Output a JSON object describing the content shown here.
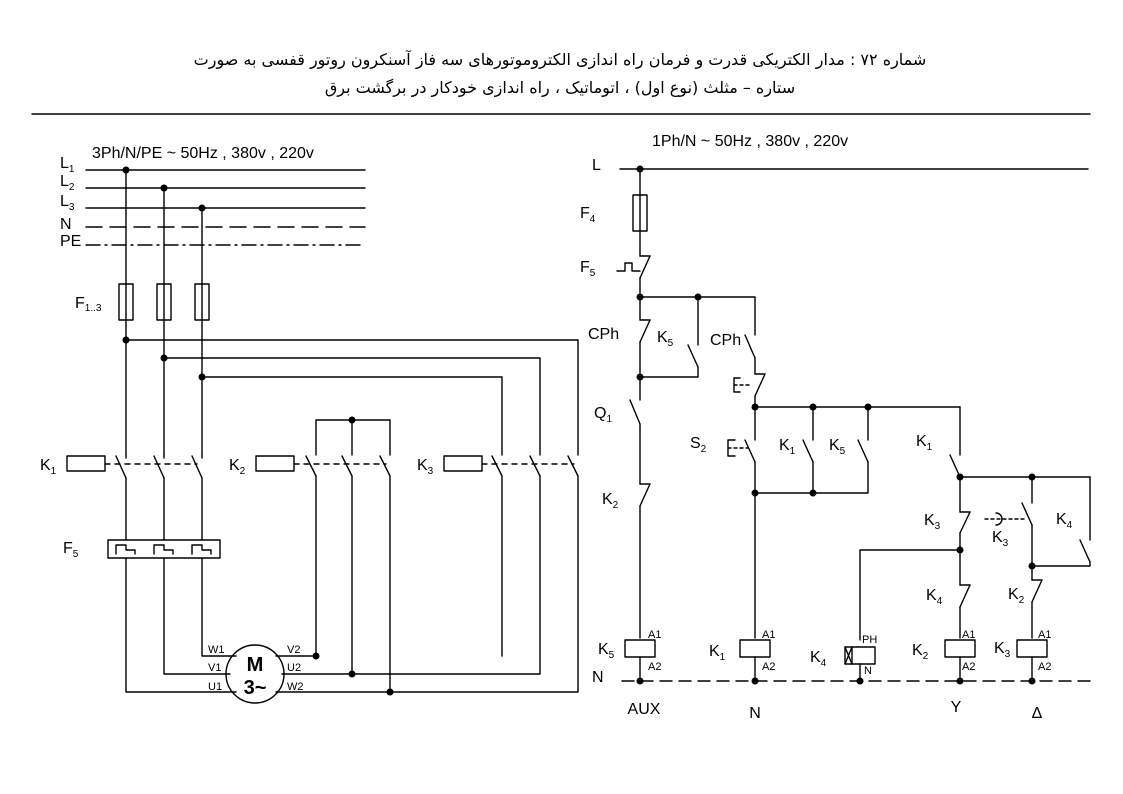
{
  "title": {
    "line1": "شماره ۷۲ : مدار الکتریکی قدرت و فرمان راه اندازی الکتروموتورهای سه فاز آسنکرون روتور قفسی به صورت",
    "line2": "ستاره – مثلث (نوع اول) ، اتوماتیک ، راه اندازی خودکار در برگشت برق"
  },
  "power": {
    "supply": "3Ph/N/PE ~ 50Hz , 380v , 220v",
    "lines": [
      {
        "main": "L",
        "sub": "1"
      },
      {
        "main": "L",
        "sub": "2"
      },
      {
        "main": "L",
        "sub": "3"
      },
      {
        "main": "N",
        "sub": ""
      },
      {
        "main": "PE",
        "sub": ""
      }
    ],
    "fuse": {
      "main": "F",
      "sub": "1..3"
    },
    "contactors": [
      {
        "main": "K",
        "sub": "1"
      },
      {
        "main": "K",
        "sub": "2"
      },
      {
        "main": "K",
        "sub": "3"
      }
    ],
    "overload": {
      "main": "F",
      "sub": "5"
    },
    "motor": {
      "line1": "M",
      "line2": "3~",
      "terminals": [
        "W1",
        "V1",
        "U1",
        "V2",
        "U2",
        "W2"
      ]
    }
  },
  "control": {
    "supply": "1Ph/N ~ 50Hz , 380v , 220v",
    "phase": "L",
    "neutral": "N",
    "labels": [
      {
        "id": "F4",
        "main": "F",
        "sub": "4"
      },
      {
        "id": "F5",
        "main": "F",
        "sub": "5"
      },
      {
        "id": "CPh1",
        "main": "CPh",
        "sub": ""
      },
      {
        "id": "K5c",
        "main": "K",
        "sub": "5"
      },
      {
        "id": "CPh2",
        "main": "CPh",
        "sub": ""
      },
      {
        "id": "Q1",
        "main": "Q",
        "sub": "1"
      },
      {
        "id": "S2",
        "main": "S",
        "sub": "2"
      },
      {
        "id": "K1a",
        "main": "K",
        "sub": "1"
      },
      {
        "id": "K5b",
        "main": "K",
        "sub": "5"
      },
      {
        "id": "K1b",
        "main": "K",
        "sub": "1"
      },
      {
        "id": "K2a",
        "main": "K",
        "sub": "2"
      },
      {
        "id": "K3a",
        "main": "K",
        "sub": "3"
      },
      {
        "id": "K4a",
        "main": "K",
        "sub": "4"
      },
      {
        "id": "K3b",
        "main": "K",
        "sub": "3"
      },
      {
        "id": "K4b",
        "main": "K",
        "sub": "4"
      },
      {
        "id": "K2b",
        "main": "K",
        "sub": "2"
      }
    ],
    "coils": [
      {
        "id": "K5",
        "main": "K",
        "sub": "5",
        "top": "A1",
        "bottom": "A2"
      },
      {
        "id": "K1",
        "main": "K",
        "sub": "1",
        "top": "A1",
        "bottom": "A2"
      },
      {
        "id": "K4",
        "main": "K",
        "sub": "4",
        "top": "PH",
        "bottom": "N"
      },
      {
        "id": "K2",
        "main": "K",
        "sub": "2",
        "top": "A1",
        "bottom": "A2"
      },
      {
        "id": "K3",
        "main": "K",
        "sub": "3",
        "top": "A1",
        "bottom": "A2"
      }
    ],
    "bottom": [
      "AUX",
      "N",
      "Y",
      "Δ"
    ]
  }
}
